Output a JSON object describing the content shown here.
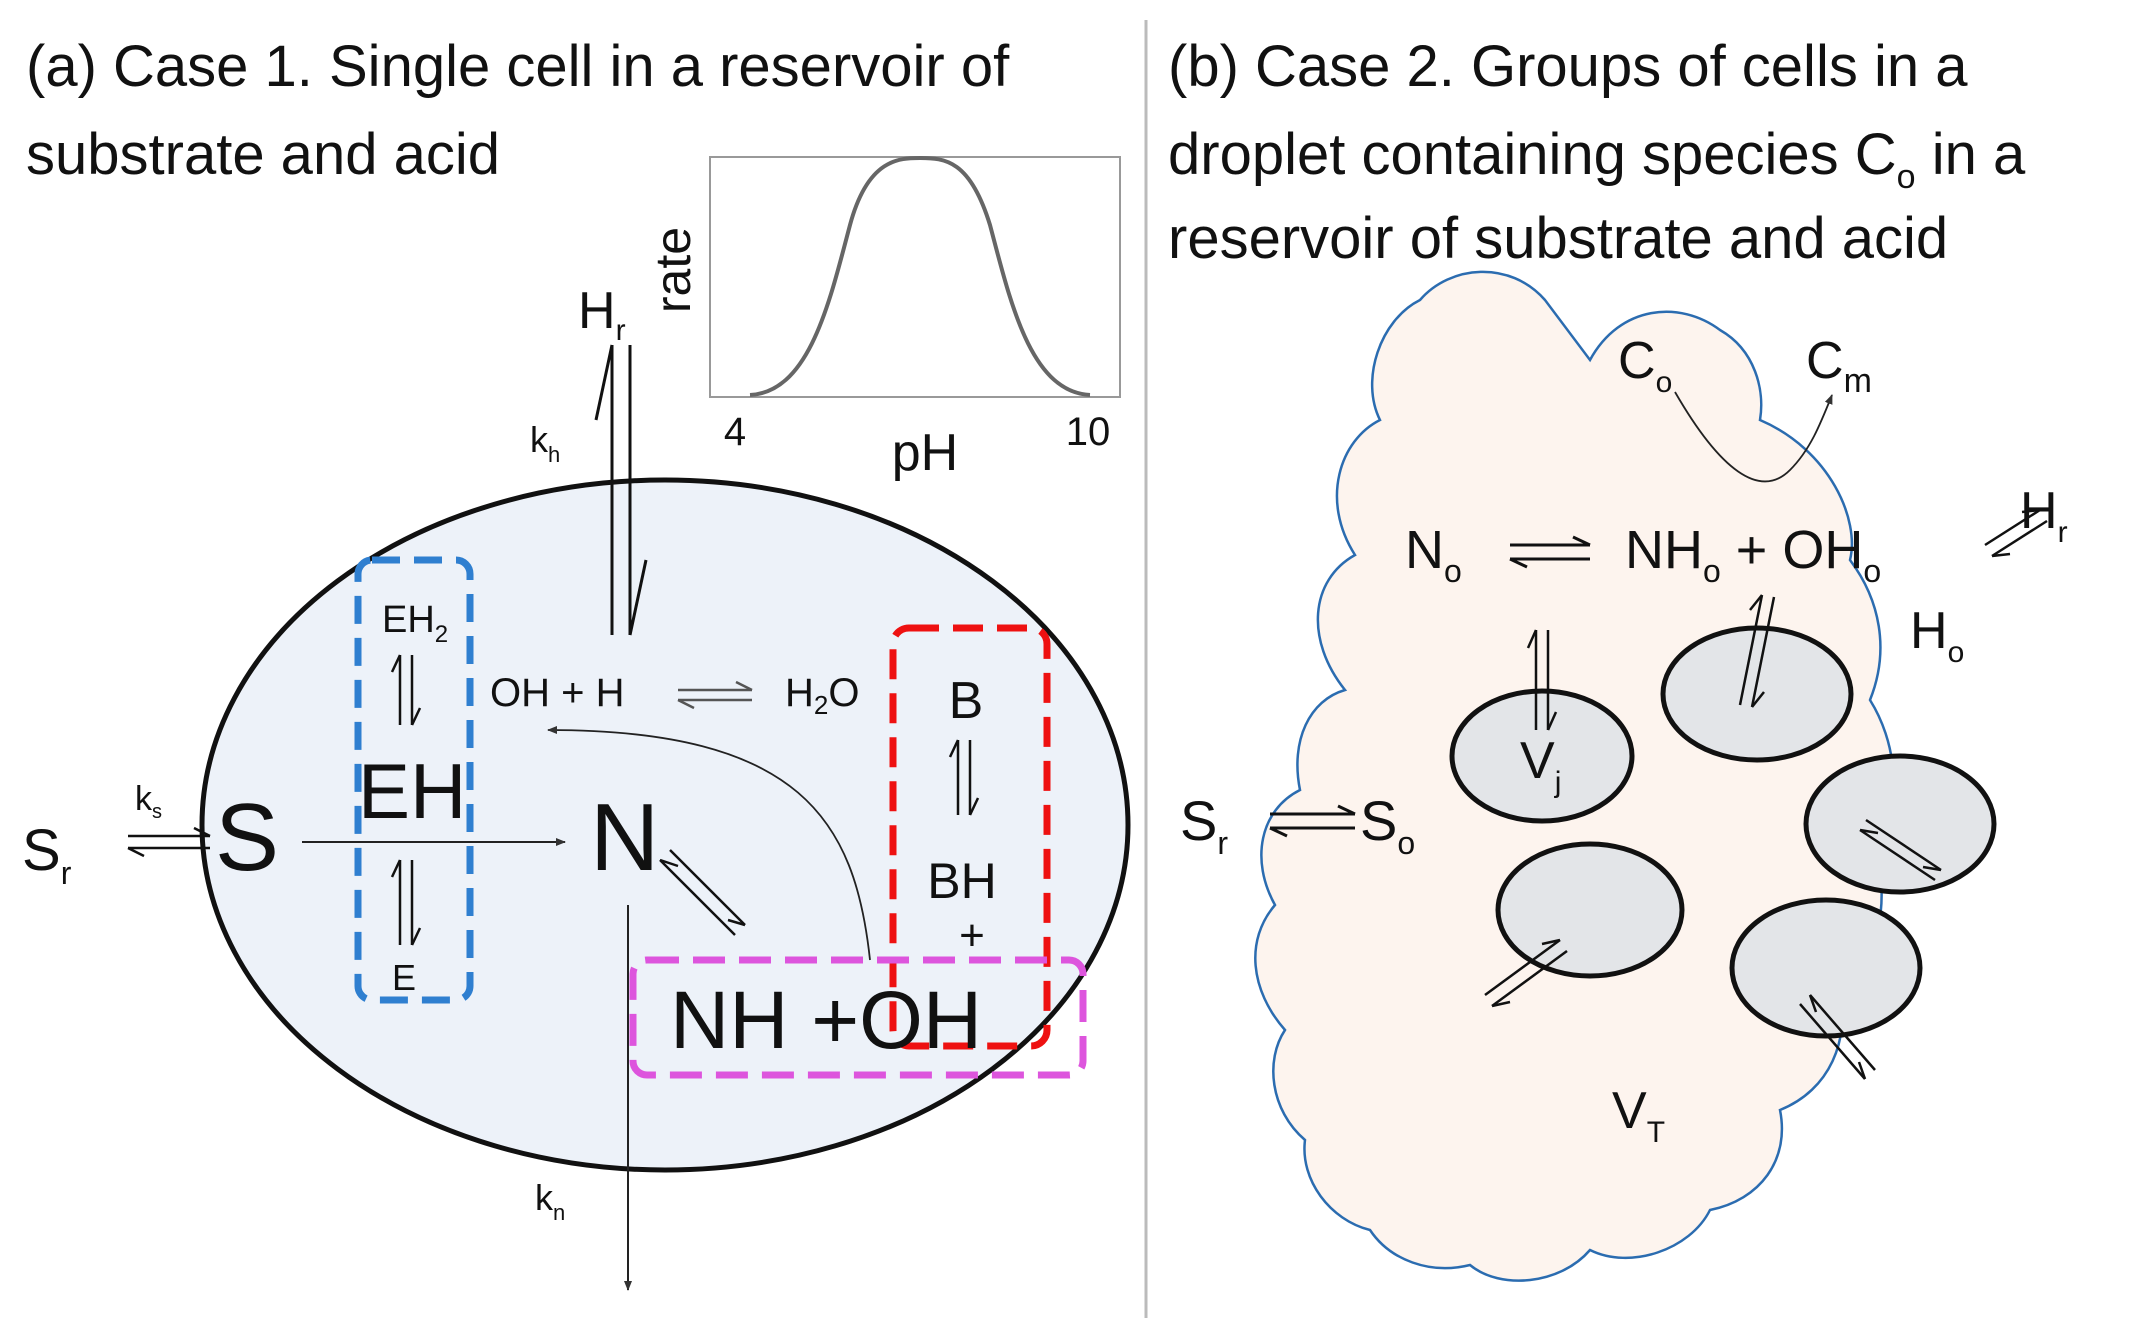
{
  "panel_a": {
    "title_line1": "(a) Case 1. Single cell in a reservoir of",
    "title_line2": "substrate and acid",
    "inset_chart": {
      "ylabel": "rate",
      "xlabel": "pH",
      "tick_min": "4",
      "tick_max": "10"
    },
    "labels": {
      "H": "H",
      "H_sub": "r",
      "k_h": "k",
      "k_h_sub": "h",
      "EH2": "EH",
      "EH2_sub": "2",
      "OH_H": "OH + H",
      "H2O_a": "H",
      "H2O_sub": "2",
      "H2O_b": "O",
      "B": "B",
      "EH": "EH",
      "S": "S",
      "N": "N",
      "BH": "BH",
      "plus": "+",
      "E": "E",
      "NH_OH": "NH +OH",
      "Sr": "S",
      "Sr_sub": "r",
      "k_s": "k",
      "k_s_sub": "s",
      "k_n": "k",
      "k_n_sub": "n"
    },
    "colors": {
      "cell_fill": "#edf2f9",
      "blue_box": "#2f7fd0",
      "red_box": "#ee1111",
      "magenta_box": "#dd55dd"
    }
  },
  "panel_b": {
    "title_line1": "(b) Case 2. Groups of cells in a",
    "title_line2a": "droplet containing species C",
    "title_line2_sub": "o",
    "title_line2b": " in a",
    "title_line3": "reservoir of substrate and acid",
    "labels": {
      "C": "C",
      "Co_sub": "o",
      "Cm_sub": "m",
      "N": "N",
      "No_sub": "o",
      "NHo": "NH",
      "NHo_sub": "o",
      "plus_OH": " + OH",
      "OHo_sub": "o",
      "H": "H",
      "Hr_sub": "r",
      "Ho_sub": "o",
      "V": "V",
      "Vj_sub": "j",
      "VT_sub": "T",
      "S": "S",
      "Sr_sub": "r",
      "So_sub": "o"
    },
    "colors": {
      "droplet_fill": "#fdf4ee",
      "droplet_stroke": "#2b6cb0",
      "cell_fill": "#e3e5e8"
    }
  }
}
